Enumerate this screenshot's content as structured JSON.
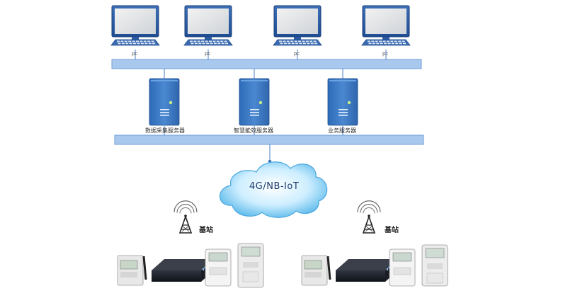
{
  "pcs": [
    {
      "label": "pc"
    },
    {
      "label": "pc"
    },
    {
      "label": "pc"
    },
    {
      "label": "pc"
    }
  ],
  "servers": [
    {
      "label": "数据采集服务器"
    },
    {
      "label": "智慧能效服务器"
    },
    {
      "label": "业务服务器"
    }
  ],
  "network": {
    "label": "4G/NB-IoT"
  },
  "base_stations": [
    {
      "label": "基站"
    },
    {
      "label": "基站"
    }
  ]
}
